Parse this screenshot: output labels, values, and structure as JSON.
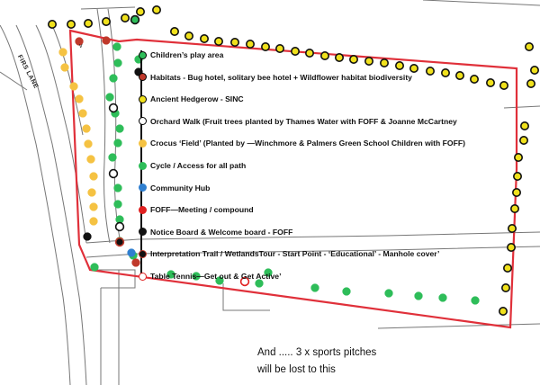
{
  "road_label": "FIRS LANE",
  "v_mark": "v",
  "legend": [
    {
      "label": "Children’s play area",
      "fill": "#2ebd59",
      "stroke": "#000000"
    },
    {
      "label": "Habitats - Bug hotel, solitary bee hotel +  Wildflower habitat biodiversity",
      "fill": "#c0392b",
      "stroke": "#000000"
    },
    {
      "label": "Ancient Hedgerow -  SINC",
      "fill": "#f0e11c",
      "stroke": "#000000"
    },
    {
      "label": "Orchard Walk (Fruit trees planted by Thames Water with FOFF & Joanne McCartney",
      "fill": "#ffffff",
      "stroke": "#000000"
    },
    {
      "label": "Crocus ‘Field’ (Planted by —Winchmore & Palmers Green School Children with FOFF)",
      "fill": "#f5c242",
      "stroke": "#f5c242"
    },
    {
      "label": "Cycle / Access for all path",
      "fill": "#2ebd59",
      "stroke": "#2ebd59"
    },
    {
      "label": "Community Hub",
      "fill": "#2f7fd0",
      "stroke": "#2f7fd0"
    },
    {
      "label": "FOFF—Meeting  / compound",
      "fill": "#e02020",
      "stroke": "#e02020"
    },
    {
      "label": "Notice Board & Welcome board  - FOFF",
      "fill": "#111111",
      "stroke": "#111111"
    },
    {
      "label": "Interpretation Trail / WetlandsTour - Start Point -  ‘Educational’ - Manhole cover’",
      "fill": "#111111",
      "stroke": "#c0392b"
    },
    {
      "label": "Table Tennis—Get        out & Get Active’",
      "fill": "#ffffff",
      "stroke": "#e02020"
    }
  ],
  "footnote": {
    "line1": "And ..... 3 x sports pitches",
    "line2": "will be lost to this"
  },
  "colors": {
    "site_boundary": "#e0303a",
    "yellow_hedgerow": "#f0e11c",
    "crocus": "#f5c242",
    "green": "#2ebd59",
    "road_outline": "#666666"
  }
}
